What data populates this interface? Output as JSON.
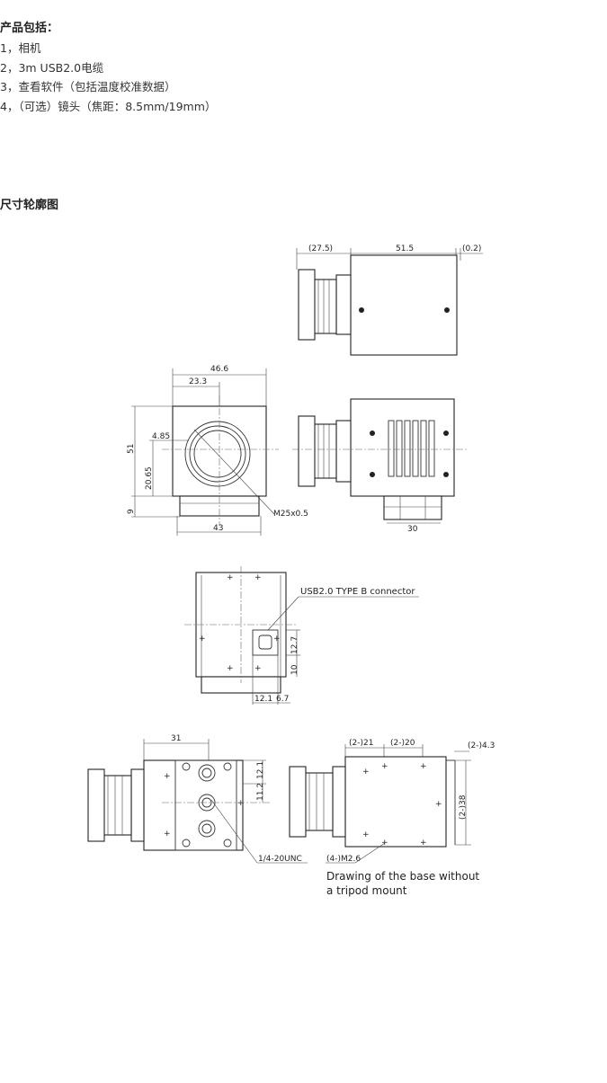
{
  "package": {
    "heading": "产品包括：",
    "items": [
      "1，相机",
      "2，3m  USB2.0电缆",
      "3，查看软件（包括温度校准数据）",
      "4，（可选）镜头（焦距：8.5mm/19mm）"
    ]
  },
  "dimensions": {
    "heading": "尺寸轮廓图",
    "side_view": {
      "lens_len": "(27.5)",
      "body_len": "51.5",
      "rear_gap": "(0.2)"
    },
    "front_view": {
      "width_total": "46.6",
      "half_width": "23.3",
      "height": "51",
      "offset_top": "4.85",
      "center_height": "20.65",
      "base_height": "9",
      "base_width": "43",
      "thread": "M25x0.5"
    },
    "side_view2": {
      "base_len": "30"
    },
    "rear_view": {
      "connector": "USB2.0 TYPE B connector",
      "dim_a": "12.7",
      "dim_b": "10",
      "dim_c": "12.1",
      "dim_d": "6.7"
    },
    "bottom_view": {
      "width": "31",
      "dim_a": "12.1",
      "dim_b": "11.2",
      "thread": "1/4-20UNC"
    },
    "base_view": {
      "d1": "(2-)21",
      "d2": "(2-)20",
      "d3": "(2-)4.3",
      "d4": "(2-)38",
      "d5": "(4-)M2.6",
      "note_line1": "Drawing of the base without",
      "note_line2": "a tripod mount"
    }
  }
}
